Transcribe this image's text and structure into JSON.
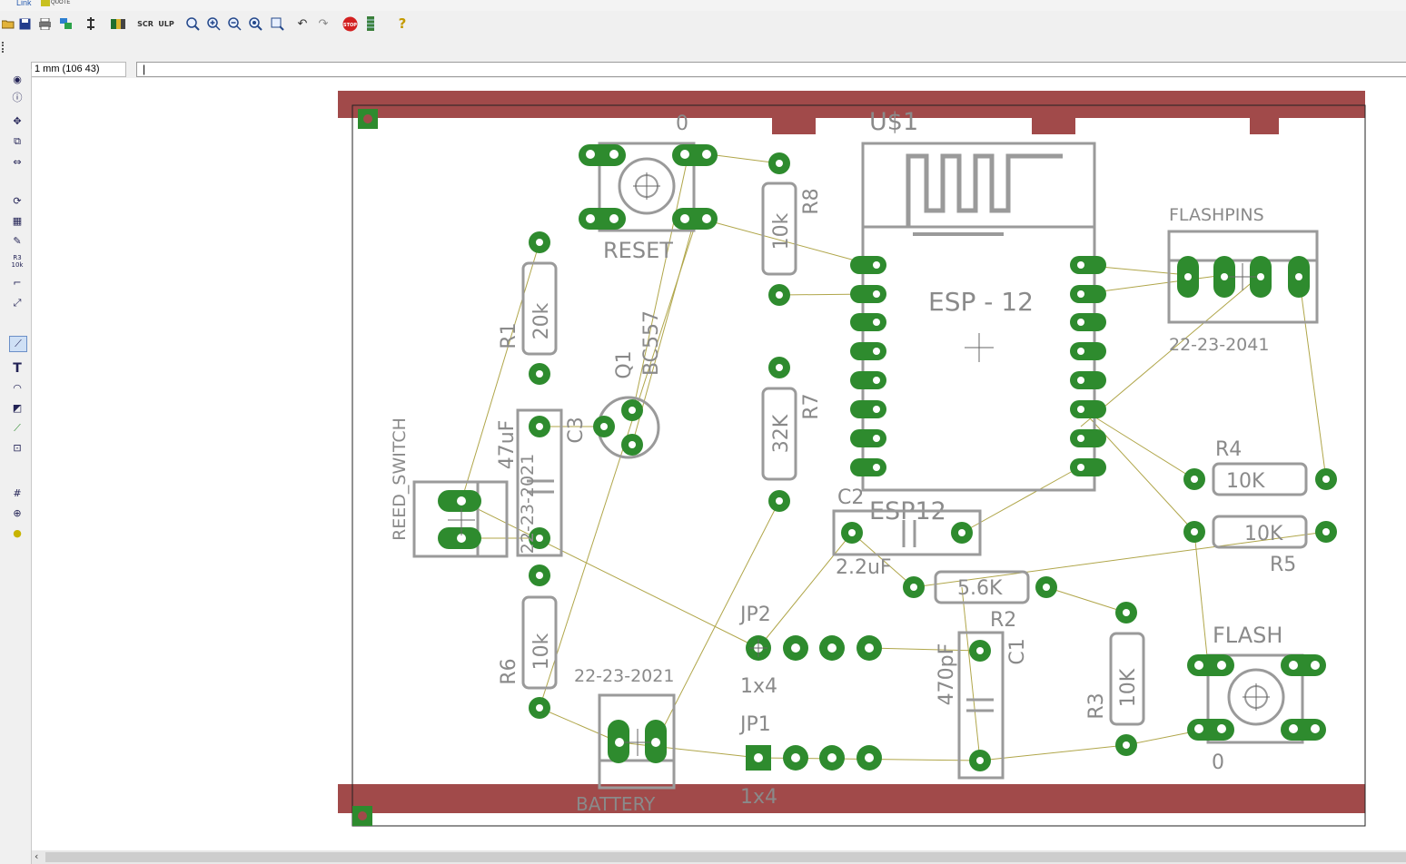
{
  "app": {
    "top_strip": {
      "link_label": "Link",
      "quote_label": "QUOTE"
    },
    "coordinate_readout": "1 mm (106 43)",
    "command_line": "|"
  },
  "toolbar": {
    "icons": [
      "open-icon",
      "save-icon",
      "print-icon",
      "cam-icon",
      "board-schematic-switch-icon",
      "library-icon",
      "script-icon",
      "ulp-icon",
      "zoom-fit-icon",
      "zoom-in-icon",
      "zoom-out-icon",
      "zoom-redraw-icon",
      "zoom-select-icon",
      "undo-icon",
      "redo-icon",
      "stop-icon",
      "go-icon",
      "help-icon"
    ],
    "stop_label": "STOP"
  },
  "left_tools": {
    "icons": [
      "eye-icon",
      "info-icon",
      "move-icon",
      "copy-icon",
      "mirror-icon",
      "rotate-icon",
      "group-icon",
      "change-icon",
      "delete-icon",
      "add-icon",
      "pinswap-icon",
      "gateswap-icon",
      "replace-icon",
      "name-icon",
      "value-icon",
      "smash-icon",
      "miter-icon",
      "split-icon",
      "optimize-icon",
      "route-icon",
      "ripup-icon",
      "wire-icon",
      "text-icon",
      "circle-icon",
      "arc-icon",
      "rect-icon",
      "polygon-icon",
      "via-icon",
      "signal-icon",
      "hole-icon",
      "attribute-icon",
      "dimension-icon",
      "ratsnest-icon",
      "autorouter-icon",
      "erc-icon",
      "drc-icon",
      "errors-icon"
    ],
    "name_label": "R3",
    "value_label": "10k"
  },
  "board": {
    "labels": {
      "u1": "U$1",
      "esp_name": "ESP - 12",
      "esp_value": "ESP12",
      "flashpins": "FLASHPINS",
      "flashpins_value": "22-23-2041",
      "reset": "RESET",
      "reset_value": "0",
      "r8": "R8",
      "r8_value": "10k",
      "r7": "R7",
      "r7_value": "32K",
      "r1": "R1",
      "r1_value": "20k",
      "q1": "Q1",
      "q1_value": "BC557",
      "c3": "C3",
      "c3_value": "47uF",
      "c3_pkg": "22-23-2021",
      "reed": "REED_SWITCH",
      "r6": "R6",
      "r6_value": "10k",
      "battery": "BATTERY",
      "battery_value": "22-23-2021",
      "c2": "C2",
      "c2_value": "2.2uF",
      "r2": "R2",
      "r2_value": "5.6K",
      "jp2": "JP2",
      "jp2_value": "1x4",
      "jp1": "JP1",
      "jp1_value": "1x4",
      "c1": "C1",
      "c1_value": "470pF",
      "r3": "R3",
      "r3_value": "10K",
      "r4": "R4",
      "r4_value": "10K",
      "r5": "R5",
      "r5_value": "10K",
      "flash": "FLASH",
      "flash_value": "0"
    }
  }
}
